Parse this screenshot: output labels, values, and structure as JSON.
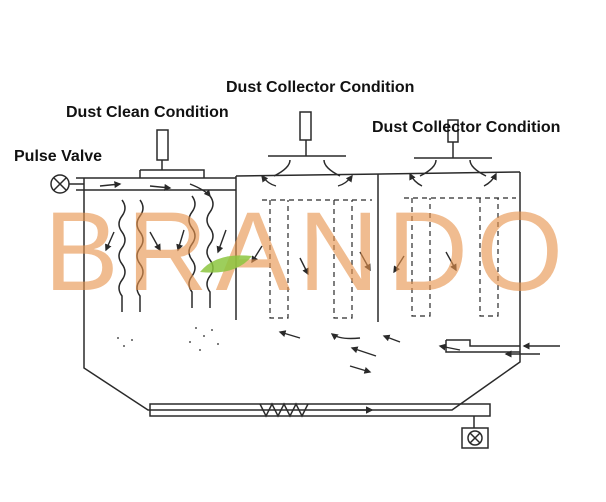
{
  "labels": {
    "pulse_valve": "Pulse Valve",
    "dust_clean_condition": "Dust Clean Condition",
    "dust_collector_condition_1": "Dust Collector Condition",
    "dust_collector_condition_2": "Dust Collector Condition"
  },
  "watermark": {
    "text": "BRANDO",
    "color": "#e8944d",
    "leaf_color": "#8cc63f"
  },
  "colors": {
    "line": "#2a2a2a",
    "background": "#ffffff"
  }
}
